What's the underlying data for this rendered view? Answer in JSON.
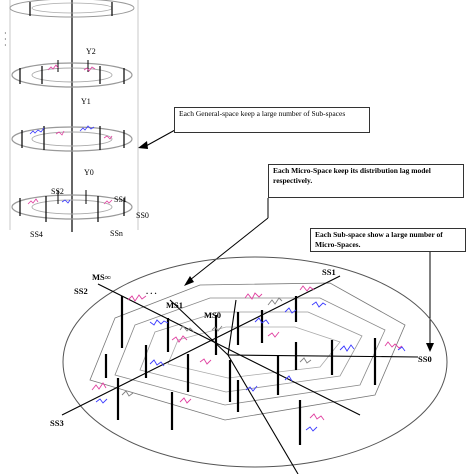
{
  "stack": {
    "dots": "·\n·\n·",
    "layer_labels": [
      "Y2",
      "Y1",
      "Y0"
    ],
    "subspace_labels": [
      "SS2",
      "SS1",
      "SS0",
      "SS4",
      "SSn"
    ]
  },
  "callouts": {
    "general_space": "Each General-space keep a large number of Sub-spaces",
    "micro_space": "Each Micro-Space keep its distribution lag model respectively.",
    "sub_space": "Each Sub-space show a large number of Micro-Spaces."
  },
  "detail": {
    "axis_labels": [
      "SS1",
      "SS2",
      "SS0",
      "SS3"
    ],
    "micro_labels": [
      "MS∞",
      "MS1",
      "MS0"
    ],
    "ellipsis": ". . ."
  },
  "colors": {
    "ring": "#888888",
    "line": "#000000",
    "series_a": "#3a3aff",
    "series_b": "#e040a0",
    "series_c": "#808080"
  }
}
